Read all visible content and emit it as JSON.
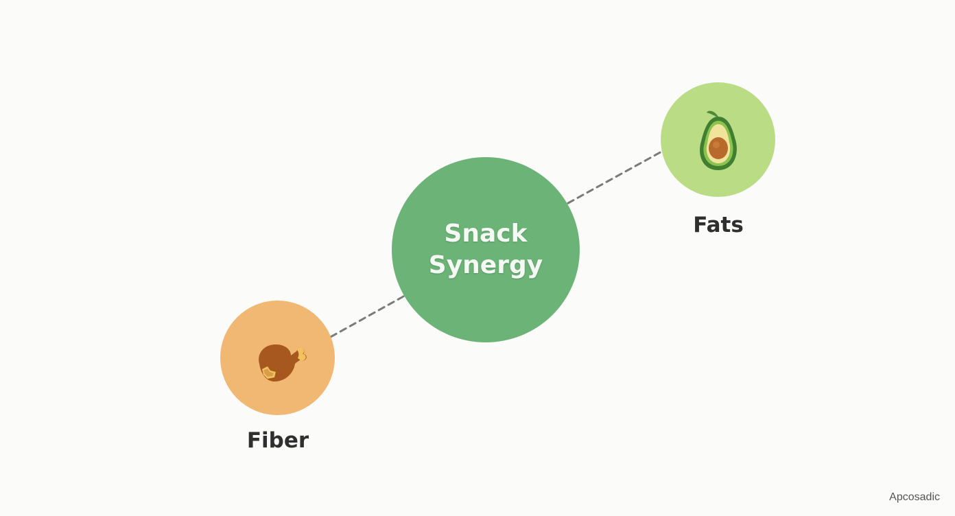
{
  "diagram": {
    "center": {
      "line1": "Snack",
      "line2": "Synergy"
    },
    "nodes": {
      "fats": {
        "label": "Fats",
        "icon": "avocado-icon"
      },
      "fiber": {
        "label": "Fiber",
        "icon": "chicken-leg-icon"
      }
    },
    "connector_style": "dashed"
  },
  "watermark": "Apcosadic",
  "colors": {
    "background": "#fbfbf9",
    "center_fill": "#6cb377",
    "fats_fill": "#b9dc85",
    "fiber_fill": "#f0b872",
    "connector": "#7a7a7a",
    "label_text": "#2f2f2f"
  }
}
